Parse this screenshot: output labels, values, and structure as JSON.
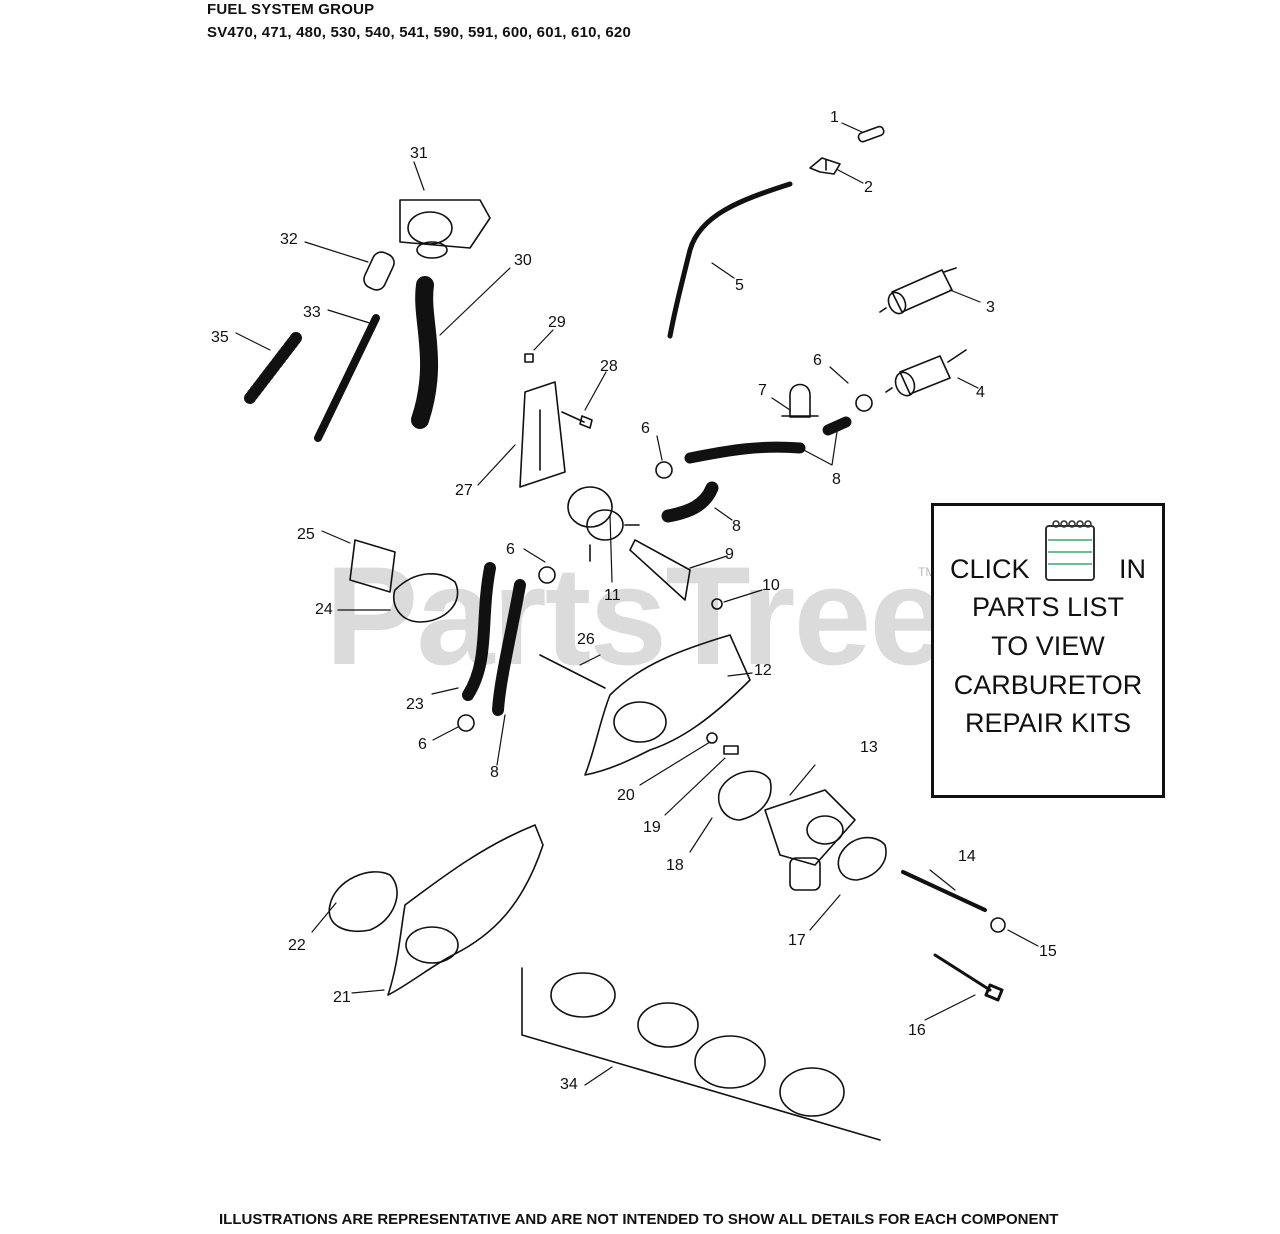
{
  "header": {
    "title": "FUEL SYSTEM GROUP",
    "models": "SV470, 471, 480, 530, 540, 541, 590, 591, 600, 601, 610, 620"
  },
  "watermark": {
    "text": "PartsTree",
    "tm": "TM"
  },
  "kit_box": {
    "click": "CLICK",
    "in": "IN",
    "line2": "PARTS LIST",
    "line3": "TO VIEW",
    "line4": "CARBURETOR",
    "line5": "REPAIR KITS",
    "icon": "notepad-icon"
  },
  "callouts": [
    "1",
    "2",
    "3",
    "4",
    "5",
    "6",
    "7",
    "8",
    "9",
    "10",
    "11",
    "12",
    "13",
    "14",
    "15",
    "16",
    "17",
    "18",
    "19",
    "20",
    "21",
    "22",
    "23",
    "24",
    "25",
    "26",
    "27",
    "28",
    "29",
    "30",
    "31",
    "32",
    "33",
    "34",
    "35",
    "6",
    "6",
    "6",
    "8",
    "8",
    "8"
  ],
  "footer": "ILLUSTRATIONS ARE REPRESENTATIVE AND ARE NOT INTENDED TO SHOW ALL DETAILS FOR EACH COMPONENT"
}
